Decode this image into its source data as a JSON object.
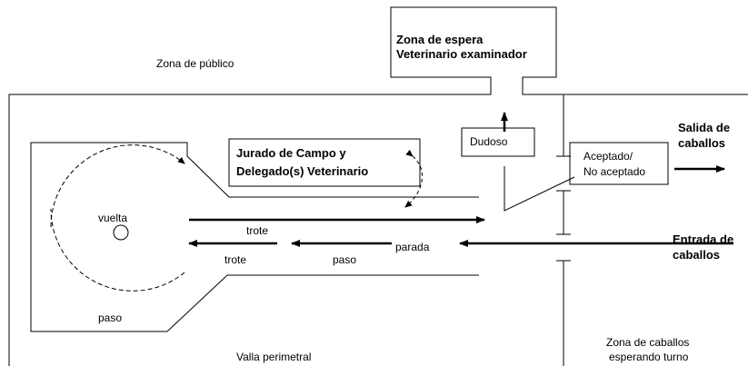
{
  "labels": {
    "public_zone": "Zona de público",
    "waiting_zone_line1": "Zona de espera",
    "waiting_zone_line2": "Veterinario examinador",
    "ground_jury_line1": "Jurado de Campo y",
    "ground_jury_line2": "Delegado(s) Veterinario",
    "doubtful": "Dudoso",
    "accepted_line1": "Aceptado/",
    "accepted_line2": "No aceptado",
    "exit_line1": "Salida de",
    "exit_line2": "caballos",
    "entry_line1": "Entrada de",
    "entry_line2": "caballos",
    "turn": "vuelta",
    "trot_top": "trote",
    "trot_bottom": "trote",
    "walk_bottom": "paso",
    "walk_circle": "paso",
    "halt": "parada",
    "perimeter_fence": "Valla perimetral",
    "waiting_horses_line1": "Zona de caballos",
    "waiting_horses_line2": "esperando turno"
  }
}
